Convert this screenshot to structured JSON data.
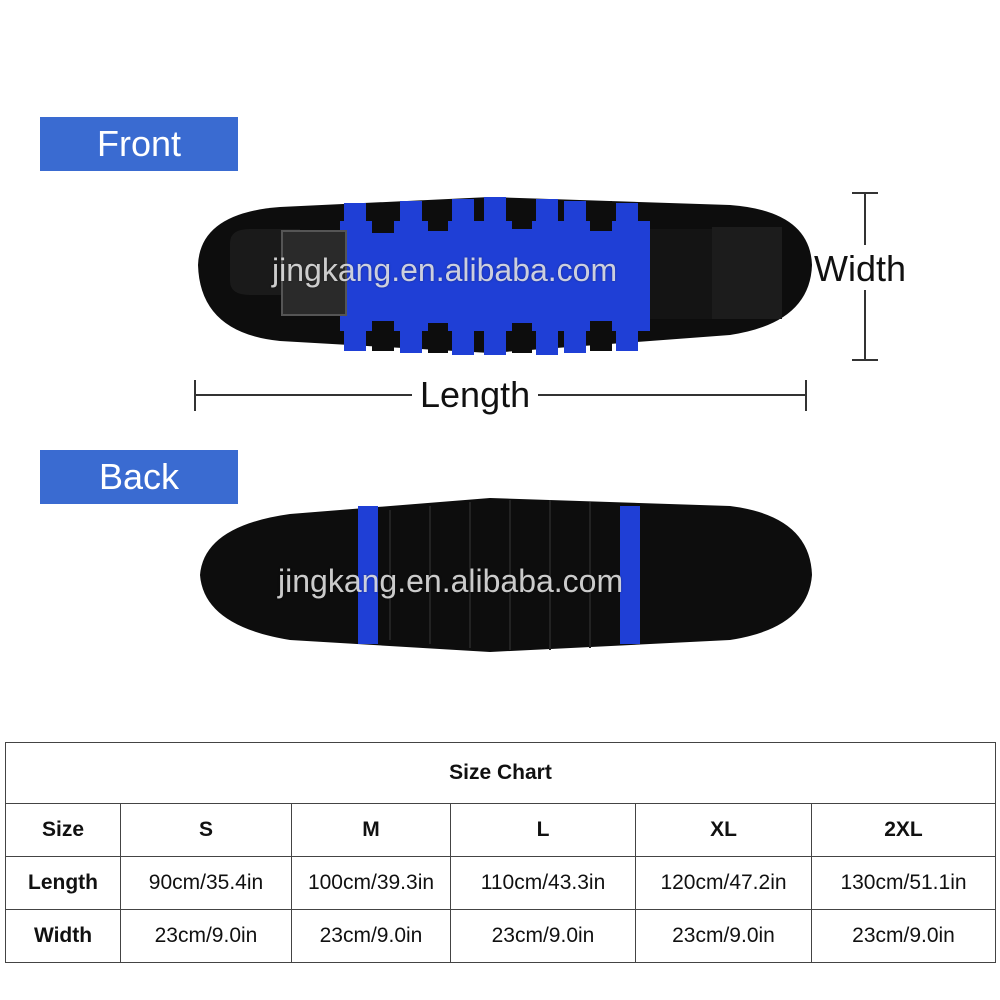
{
  "labels": {
    "front": "Front",
    "back": "Back"
  },
  "dimensions": {
    "width": "Width",
    "length": "Length"
  },
  "watermark": "jingkang.en.alibaba.com",
  "colors": {
    "label_bg": "#3a6bd1",
    "belt_black": "#0d0d0d",
    "belt_blue": "#1f3fd6"
  },
  "size_chart": {
    "title": "Size  Chart",
    "header": [
      "Size",
      "S",
      "M",
      "L",
      "XL",
      "2XL"
    ],
    "rows": [
      {
        "label": "Length",
        "values": [
          "90cm/35.4in",
          "100cm/39.3in",
          "110cm/43.3in",
          "120cm/47.2in",
          "130cm/51.1in"
        ]
      },
      {
        "label": "Width",
        "values": [
          "23cm/9.0in",
          "23cm/9.0in",
          "23cm/9.0in",
          "23cm/9.0in",
          "23cm/9.0in"
        ]
      }
    ]
  }
}
